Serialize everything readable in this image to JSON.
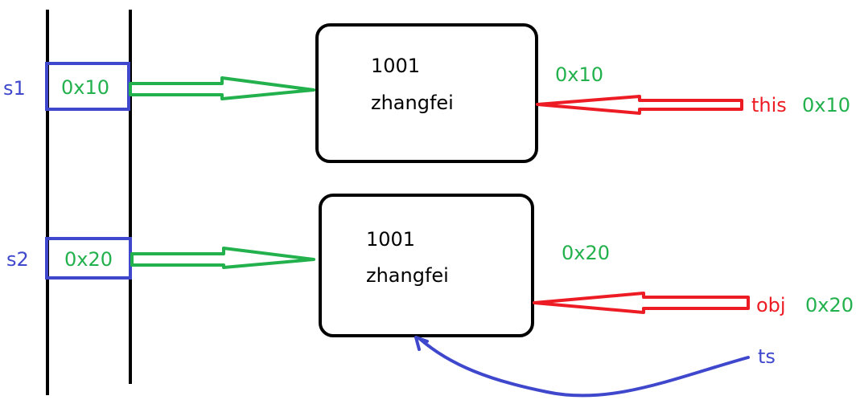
{
  "colors": {
    "stack_line": "#000000",
    "ref_box": "#3f48cc",
    "green": "#22b14c",
    "red": "#ed1c24",
    "blue": "#3f48cc",
    "text": "#000000"
  },
  "stack": {
    "slots": [
      {
        "var_name": "s1",
        "address": "0x10"
      },
      {
        "var_name": "s2",
        "address": "0x20"
      }
    ]
  },
  "objects": [
    {
      "id": "1001",
      "name": "zhangfei",
      "address": "0x10"
    },
    {
      "id": "1001",
      "name": "zhangfei",
      "address": "0x20"
    }
  ],
  "references": [
    {
      "name": "this",
      "address": "0x10"
    },
    {
      "name": "obj",
      "address": "0x20"
    },
    {
      "name": "ts"
    }
  ]
}
